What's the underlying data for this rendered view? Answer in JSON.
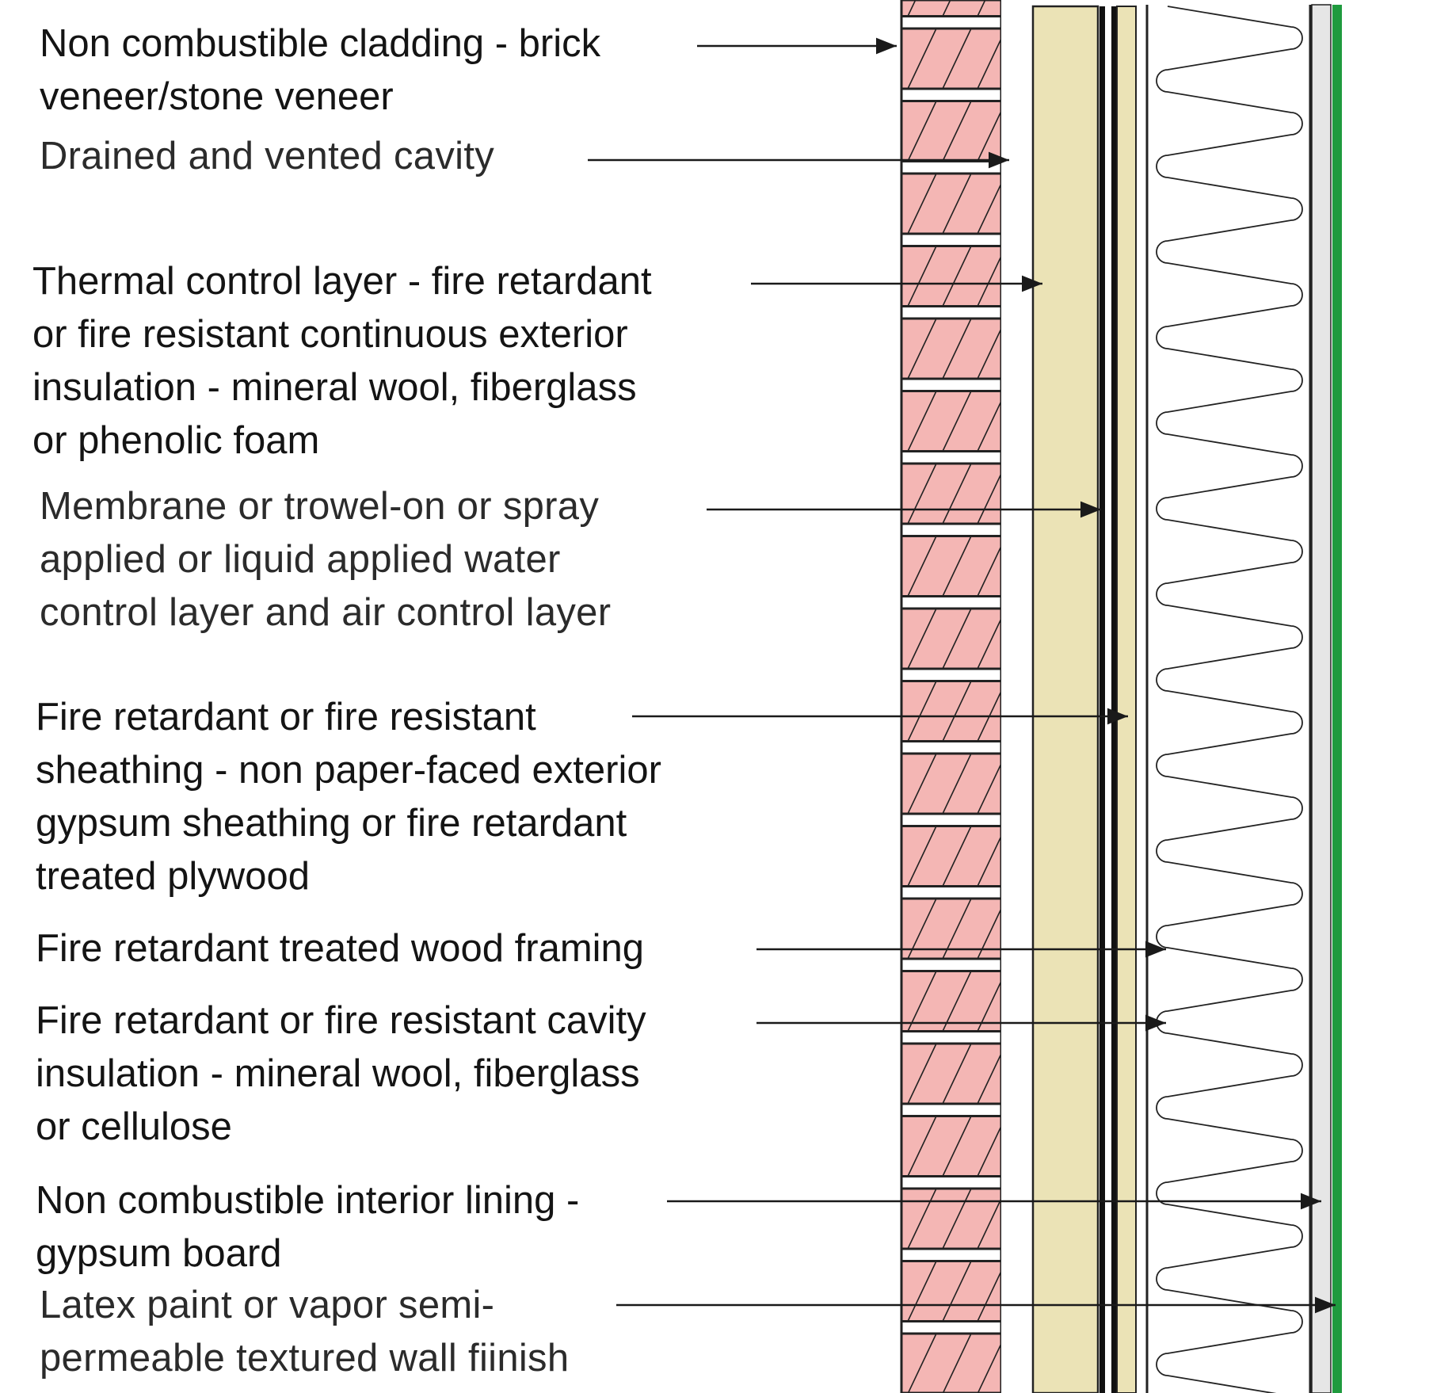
{
  "colors": {
    "brick": "#f4b6b4",
    "mortar": "#ffffff",
    "outline": "#222222",
    "exterior_insulation": "#ebe3b6",
    "sheathing": "#ebe3b6",
    "gypsum_board": "#e6e6e6",
    "paint": "#1f9a3e",
    "text": "#141414"
  },
  "labels": [
    {
      "id": "cladding",
      "lines": [
        "Non combustible cladding - brick",
        "veneer/stone veneer"
      ]
    },
    {
      "id": "cavity",
      "lines": [
        "Drained and vented cavity"
      ]
    },
    {
      "id": "thermal",
      "lines": [
        "Thermal control layer - fire retardant",
        "or fire resistant continuous exterior",
        "insulation - mineral wool, fiberglass",
        "or phenolic foam"
      ]
    },
    {
      "id": "membrane",
      "lines": [
        "Membrane or trowel-on or spray",
        "applied or liquid applied water",
        "control layer and air control layer"
      ]
    },
    {
      "id": "sheathing",
      "lines": [
        "Fire retardant or fire resistant",
        "sheathing - non paper-faced exterior",
        "gypsum sheathing or fire retardant",
        "treated plywood"
      ]
    },
    {
      "id": "framing",
      "lines": [
        "Fire retardant treated wood framing"
      ]
    },
    {
      "id": "cavity-insulation",
      "lines": [
        "Fire retardant or fire resistant cavity",
        "insulation - mineral wool, fiberglass",
        "or cellulose"
      ]
    },
    {
      "id": "interior-lining",
      "lines": [
        "Non combustible interior lining -",
        "gypsum board"
      ]
    },
    {
      "id": "finish",
      "lines": [
        "Latex paint or vapor semi-",
        "permeable textured wall fiinish"
      ]
    }
  ]
}
